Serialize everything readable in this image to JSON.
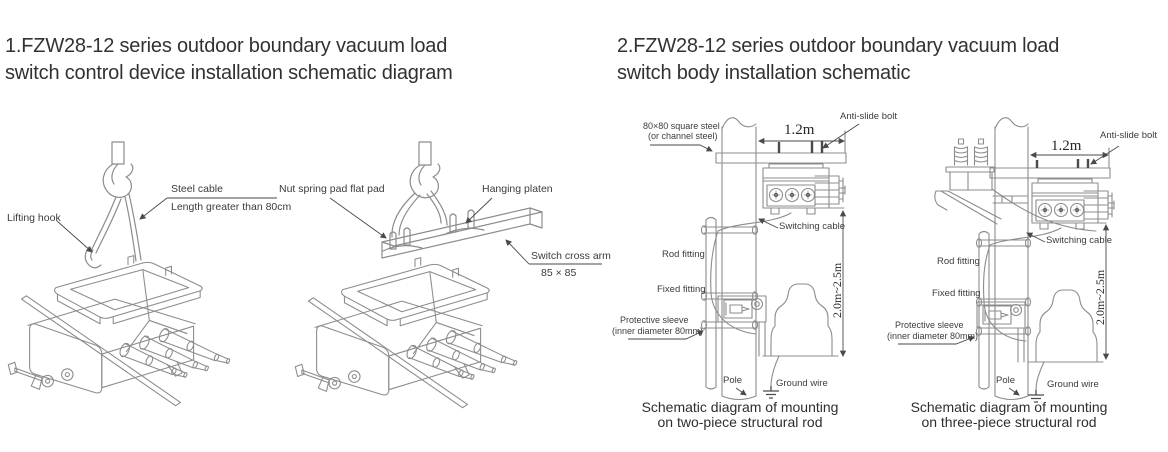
{
  "colors": {
    "background": "#ffffff",
    "title_text": "#323232",
    "label_text": "#3c3c3c",
    "line_art": "#8c8c8c",
    "dark_detail": "#4a4a4a"
  },
  "s1": {
    "title": "1.FZW28-12 series outdoor boundary vacuum load\nswitch control device installation schematic diagram",
    "d1": {
      "lifting_hook": "Lifting hook",
      "steel_cable": "Steel cable",
      "cable_length": "Length greater than 80cm"
    },
    "d2": {
      "nut_pad": "Nut spring pad flat pad",
      "hanging_platen": "Hanging platen",
      "cross_arm": "Switch cross arm",
      "cross_arm_size": "85 × 85"
    }
  },
  "s2": {
    "title": "2.FZW28-12 series outdoor boundary vacuum load\nswitch body installation schematic",
    "dA": {
      "square_steel1": "80×80 square steel",
      "square_steel2": "(or channel steel)",
      "span": "1.2m",
      "anti_slide": "Anti-slide bolt",
      "switching_cable": "Switching cable",
      "rod_fitting": "Rod fitting",
      "fixed_fitting": "Fixed fitting",
      "sleeve1": "Protective sleeve",
      "sleeve2": "(inner diameter 80mm)",
      "height": "2.0m~2.5m",
      "pole": "Pole",
      "ground": "Ground wire",
      "cap1": "Schematic diagram of mounting",
      "cap2": "on two-piece structural rod"
    },
    "dB": {
      "span": "1.2m",
      "anti_slide": "Anti-slide bolt",
      "switching_cable": "Switching cable",
      "rod_fitting": "Rod fitting",
      "fixed_fitting": "Fixed fitting",
      "sleeve1": "Protective sleeve",
      "sleeve2": "(inner diameter 80mm)",
      "height": "2.0m~2.5m",
      "pole": "Pole",
      "ground": "Ground wire",
      "cap1": "Schematic diagram of mounting",
      "cap2": "on three-piece structural rod"
    }
  }
}
